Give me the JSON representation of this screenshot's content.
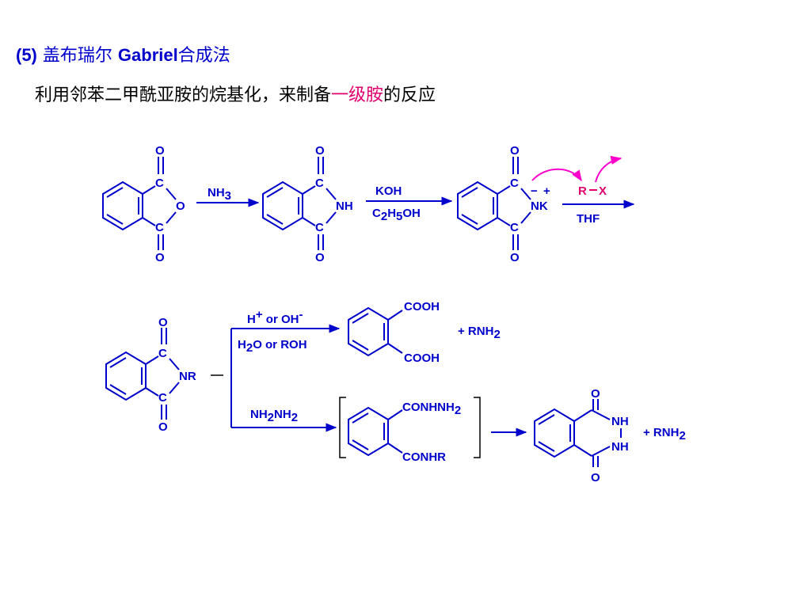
{
  "slide": {
    "heading": {
      "num": "(5)",
      "cn": "盖布瑞尔",
      "en": "Gabriel",
      "tail": "合成法"
    },
    "subtitle": {
      "pre": "利用邻苯二甲酰亚胺的烷基化，来制备",
      "highlight": "一级胺",
      "post": "的反应"
    }
  },
  "scheme": {
    "atoms": {
      "C": "C",
      "O": "O",
      "N": "N",
      "NH": "NH",
      "NK": "NK",
      "NR": "NR",
      "minus": "−",
      "plus": "+",
      "dash": "—",
      "minus_bar": "—"
    },
    "step1": {
      "reagent": "NH",
      "reagent_sub": "3"
    },
    "step2": {
      "reagent_top": "KOH",
      "reagent_bottom": [
        "C",
        "2",
        "H",
        "5",
        "OH"
      ]
    },
    "step3": {
      "R": "R",
      "X": "X",
      "solvent": "THF"
    },
    "hydrolysis": {
      "cond_top": [
        "H",
        "+",
        " or OH",
        "-"
      ],
      "cond_bottom": [
        "H",
        "2",
        "O or ROH"
      ],
      "cooh": "COOH",
      "plus_amine": [
        "+  RNH",
        "2"
      ]
    },
    "hydrazinolysis": {
      "reagent": [
        "NH",
        "2",
        "NH",
        "2"
      ],
      "conh_top": [
        "CONHNH",
        "2"
      ],
      "conh_bottom": "CONHR",
      "nh": "NH",
      "plus_amine": [
        "+  RNH",
        "2"
      ]
    }
  },
  "colors": {
    "structure": "#0000cc",
    "highlight": "#e0006e",
    "arrow_curly": "#ff00cc",
    "text": "#000000"
  }
}
